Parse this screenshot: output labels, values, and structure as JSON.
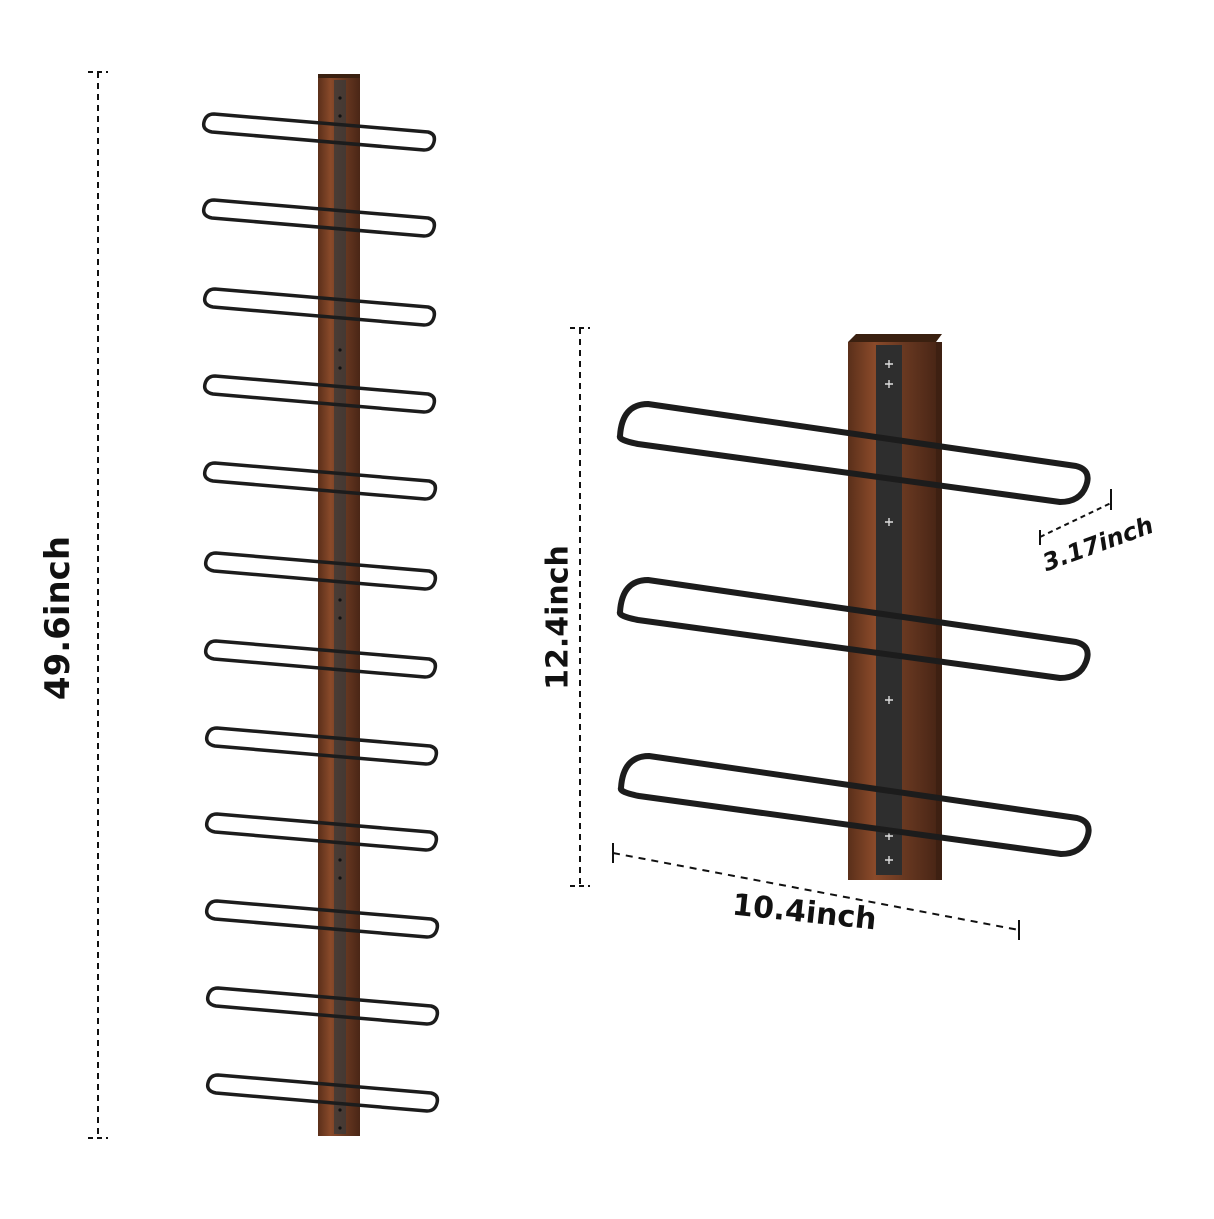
{
  "product": {
    "name": "wall-mounted wine rack",
    "full_rack_tiers": 12,
    "single_section_tiers": 3,
    "colors": {
      "wood": "#6b3a22",
      "wood_dark": "#4a2616",
      "metal": "#1c1c1c",
      "strip": "#3a3a3a",
      "dimension_line": "#111111",
      "background": "#ffffff"
    }
  },
  "dimensions": {
    "total_height": "49.6inch",
    "section_height": "12.4inch",
    "width": "10.4inch",
    "depth": "3.17inch"
  }
}
